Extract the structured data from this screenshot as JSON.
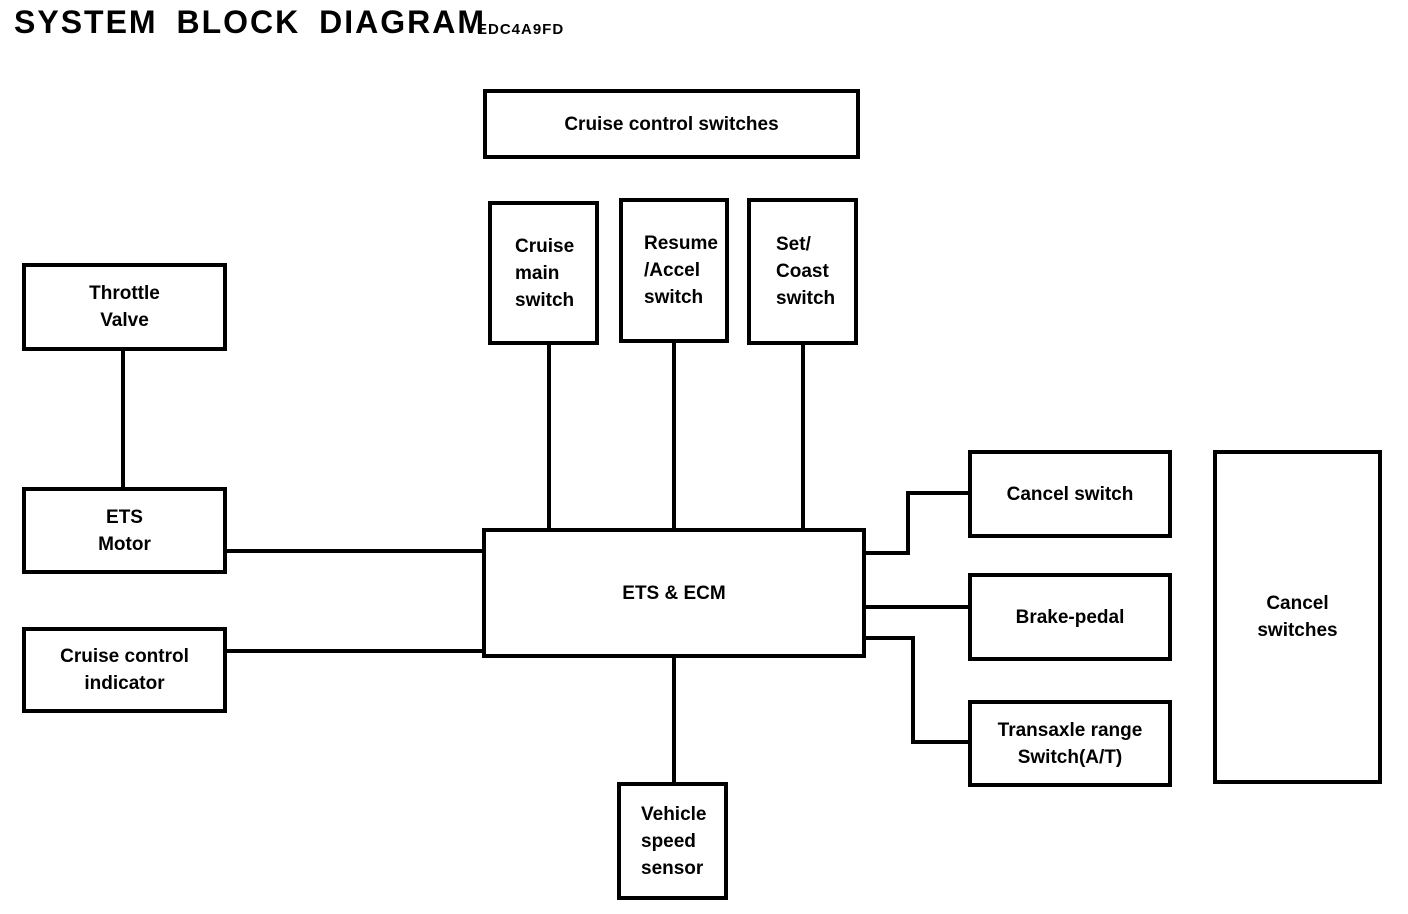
{
  "title": "SYSTEM BLOCK DIAGRAM",
  "code": "EDC4A9FD",
  "colors": {
    "line": "#000000",
    "background": "#ffffff",
    "text": "#000000"
  },
  "nodes": {
    "cruise_control_switches": {
      "label": "Cruise control switches"
    },
    "cruise_main_switch": {
      "label": "Cruise\nmain\nswitch"
    },
    "resume_accel_switch": {
      "label": "Resume\n/Accel\nswitch"
    },
    "set_coast_switch": {
      "label": "Set/\nCoast\nswitch"
    },
    "throttle_valve": {
      "label": "Throttle\nValve"
    },
    "ets_motor": {
      "label": "ETS\nMotor"
    },
    "cruise_control_indicator": {
      "label": "Cruise control\nindicator"
    },
    "ets_ecm": {
      "label": "ETS & ECM"
    },
    "cancel_switch": {
      "label": "Cancel switch"
    },
    "brake_pedal": {
      "label": "Brake-pedal"
    },
    "transaxle_range_switch": {
      "label": "Transaxle range\nSwitch(A/T)"
    },
    "cancel_switches": {
      "label": "Cancel\nswitches"
    },
    "vehicle_speed_sensor": {
      "label": "Vehicle\nspeed\nsensor"
    }
  },
  "connections": [
    {
      "from": "throttle_valve",
      "to": "ets_motor"
    },
    {
      "from": "ets_motor",
      "to": "ets_ecm"
    },
    {
      "from": "cruise_control_indicator",
      "to": "ets_ecm"
    },
    {
      "from": "cruise_main_switch",
      "to": "ets_ecm"
    },
    {
      "from": "resume_accel_switch",
      "to": "ets_ecm"
    },
    {
      "from": "set_coast_switch",
      "to": "ets_ecm"
    },
    {
      "from": "ets_ecm",
      "to": "vehicle_speed_sensor"
    },
    {
      "from": "ets_ecm",
      "to": "cancel_switch"
    },
    {
      "from": "ets_ecm",
      "to": "brake_pedal"
    },
    {
      "from": "ets_ecm",
      "to": "transaxle_range_switch"
    }
  ]
}
